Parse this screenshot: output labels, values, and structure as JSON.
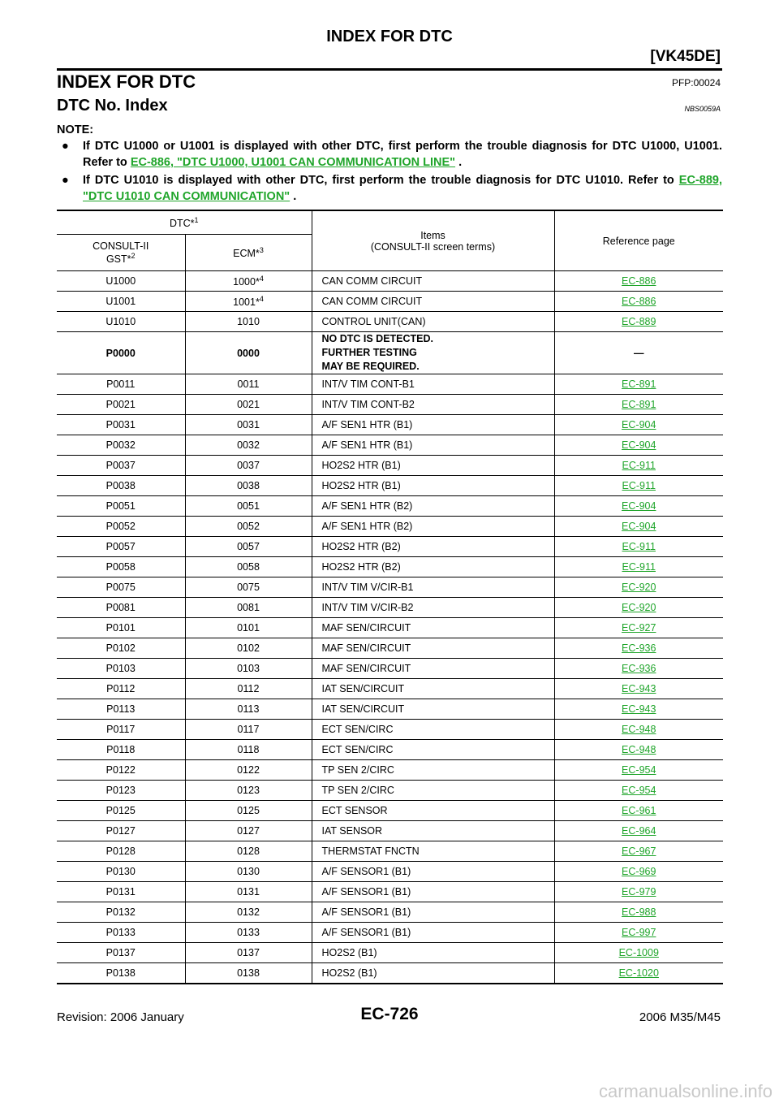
{
  "header": {
    "title": "INDEX FOR DTC",
    "model": "[VK45DE]"
  },
  "section": {
    "title": "INDEX FOR DTC",
    "code": "PFP:00024"
  },
  "subsection": {
    "title": "DTC No. Index",
    "code": "NBS0059A"
  },
  "note": {
    "heading": "NOTE:",
    "items": [
      {
        "pre": "If DTC U1000 or U1001 is displayed with other DTC, first perform the trouble diagnosis for DTC U1000, U1001. Refer to ",
        "link": "EC-886, \"DTC U1000, U1001 CAN COMMUNICATION LINE\"",
        "post": " ."
      },
      {
        "pre": "If DTC U1010 is displayed with other DTC, first perform the trouble diagnosis for DTC U1010. Refer to ",
        "link": "EC-889, \"DTC U1010 CAN COMMUNICATION\"",
        "post": " ."
      }
    ]
  },
  "table": {
    "headers": {
      "dtc": "DTC*",
      "dtc_sup": "1",
      "consult": "CONSULT-II",
      "gst": "GST*",
      "gst_sup": "2",
      "ecm": "ECM*",
      "ecm_sup": "3",
      "items": "Items",
      "items_sub": "(CONSULT-II screen terms)",
      "ref": "Reference page"
    },
    "rows": [
      {
        "consult": "U1000",
        "ecm": "1000*",
        "ecm_sup": "4",
        "item": "CAN COMM CIRCUIT",
        "ref": "EC-886"
      },
      {
        "consult": "U1001",
        "ecm": "1001*",
        "ecm_sup": "4",
        "item": "CAN COMM CIRCUIT",
        "ref": "EC-886"
      },
      {
        "consult": "U1010",
        "ecm": "1010",
        "item": "CONTROL UNIT(CAN)",
        "ref": "EC-889"
      },
      {
        "consult": "P0000",
        "ecm": "0000",
        "item_lines": [
          "NO DTC IS DETECTED.",
          "FURTHER TESTING",
          "MAY BE REQUIRED."
        ],
        "ref_text": "—",
        "bold": true
      },
      {
        "consult": "P0011",
        "ecm": "0011",
        "item": "INT/V TIM CONT-B1",
        "ref": "EC-891"
      },
      {
        "consult": "P0021",
        "ecm": "0021",
        "item": "INT/V TIM CONT-B2",
        "ref": "EC-891"
      },
      {
        "consult": "P0031",
        "ecm": "0031",
        "item": "A/F SEN1 HTR (B1)",
        "ref": "EC-904"
      },
      {
        "consult": "P0032",
        "ecm": "0032",
        "item": "A/F SEN1 HTR (B1)",
        "ref": "EC-904"
      },
      {
        "consult": "P0037",
        "ecm": "0037",
        "item": "HO2S2 HTR (B1)",
        "ref": "EC-911"
      },
      {
        "consult": "P0038",
        "ecm": "0038",
        "item": "HO2S2 HTR (B1)",
        "ref": "EC-911"
      },
      {
        "consult": "P0051",
        "ecm": "0051",
        "item": "A/F SEN1 HTR (B2)",
        "ref": "EC-904"
      },
      {
        "consult": "P0052",
        "ecm": "0052",
        "item": "A/F SEN1 HTR (B2)",
        "ref": "EC-904"
      },
      {
        "consult": "P0057",
        "ecm": "0057",
        "item": "HO2S2 HTR (B2)",
        "ref": "EC-911"
      },
      {
        "consult": "P0058",
        "ecm": "0058",
        "item": "HO2S2 HTR (B2)",
        "ref": "EC-911"
      },
      {
        "consult": "P0075",
        "ecm": "0075",
        "item": "INT/V TIM V/CIR-B1",
        "ref": "EC-920"
      },
      {
        "consult": "P0081",
        "ecm": "0081",
        "item": "INT/V TIM V/CIR-B2",
        "ref": "EC-920"
      },
      {
        "consult": "P0101",
        "ecm": "0101",
        "item": "MAF SEN/CIRCUIT",
        "ref": "EC-927"
      },
      {
        "consult": "P0102",
        "ecm": "0102",
        "item": "MAF SEN/CIRCUIT",
        "ref": "EC-936"
      },
      {
        "consult": "P0103",
        "ecm": "0103",
        "item": "MAF SEN/CIRCUIT",
        "ref": "EC-936"
      },
      {
        "consult": "P0112",
        "ecm": "0112",
        "item": "IAT SEN/CIRCUIT",
        "ref": "EC-943"
      },
      {
        "consult": "P0113",
        "ecm": "0113",
        "item": "IAT SEN/CIRCUIT",
        "ref": "EC-943"
      },
      {
        "consult": "P0117",
        "ecm": "0117",
        "item": "ECT SEN/CIRC",
        "ref": "EC-948"
      },
      {
        "consult": "P0118",
        "ecm": "0118",
        "item": "ECT SEN/CIRC",
        "ref": "EC-948"
      },
      {
        "consult": "P0122",
        "ecm": "0122",
        "item": "TP SEN 2/CIRC",
        "ref": "EC-954"
      },
      {
        "consult": "P0123",
        "ecm": "0123",
        "item": "TP SEN 2/CIRC",
        "ref": "EC-954"
      },
      {
        "consult": "P0125",
        "ecm": "0125",
        "item": "ECT SENSOR",
        "ref": "EC-961"
      },
      {
        "consult": "P0127",
        "ecm": "0127",
        "item": "IAT SENSOR",
        "ref": "EC-964"
      },
      {
        "consult": "P0128",
        "ecm": "0128",
        "item": "THERMSTAT FNCTN",
        "ref": "EC-967"
      },
      {
        "consult": "P0130",
        "ecm": "0130",
        "item": "A/F SENSOR1 (B1)",
        "ref": "EC-969"
      },
      {
        "consult": "P0131",
        "ecm": "0131",
        "item": "A/F SENSOR1 (B1)",
        "ref": "EC-979"
      },
      {
        "consult": "P0132",
        "ecm": "0132",
        "item": "A/F SENSOR1 (B1)",
        "ref": "EC-988"
      },
      {
        "consult": "P0133",
        "ecm": "0133",
        "item": "A/F SENSOR1 (B1)",
        "ref": "EC-997"
      },
      {
        "consult": "P0137",
        "ecm": "0137",
        "item": "HO2S2 (B1)",
        "ref": "EC-1009"
      },
      {
        "consult": "P0138",
        "ecm": "0138",
        "item": "HO2S2 (B1)",
        "ref": "EC-1020"
      }
    ]
  },
  "footer": {
    "revision": "Revision: 2006 January",
    "page": "EC-726",
    "model": "2006 M35/M45"
  },
  "watermark": "carmanualsonline.info",
  "colors": {
    "link": "#1fa52a",
    "watermark": "#c9c9c9"
  }
}
